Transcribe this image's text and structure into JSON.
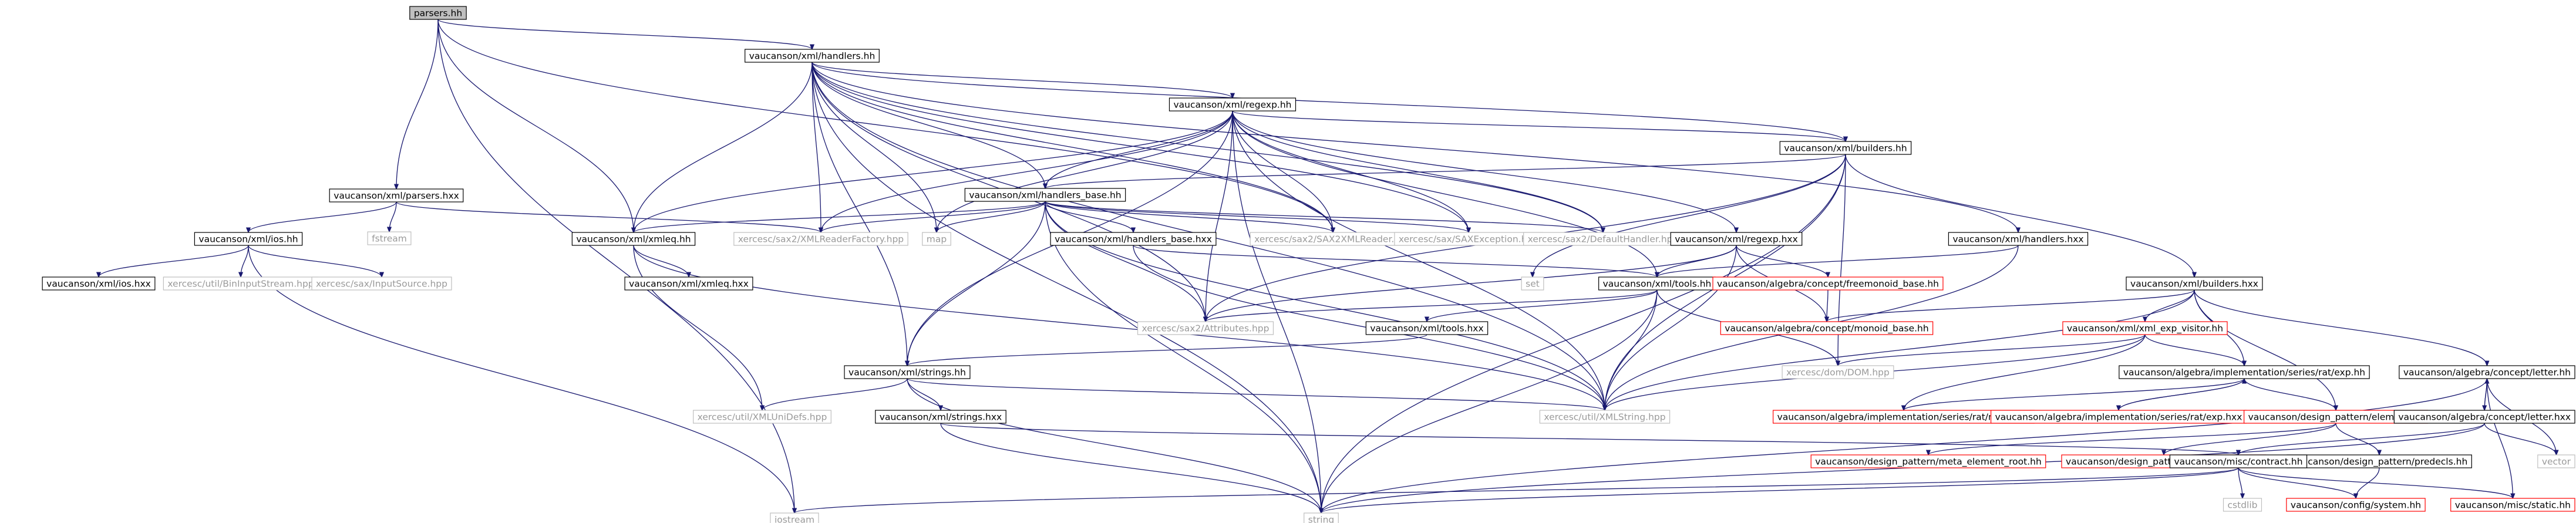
{
  "colors": {
    "edge": "#191970",
    "normal_border": "#000000",
    "missing_border": "#bfbfbf",
    "incomplete_border": "#ff0000",
    "root_fill": "#bfbfbf",
    "missing_text": "#9a9a9a",
    "normal_text": "#000000"
  },
  "nodes": [
    {
      "id": "parsers_hh",
      "label": "parsers.hh",
      "kind": "root"
    },
    {
      "id": "handlers_hh",
      "label": "vaucanson/xml/handlers.hh",
      "kind": "normal"
    },
    {
      "id": "iostream",
      "label": "iostream",
      "kind": "missing"
    },
    {
      "id": "parsers_hxx",
      "label": "vaucanson/xml/parsers.hxx",
      "kind": "normal"
    },
    {
      "id": "regexp_hh",
      "label": "vaucanson/xml/regexp.hh",
      "kind": "normal"
    },
    {
      "id": "builders_hh",
      "label": "vaucanson/xml/builders.hh",
      "kind": "normal"
    },
    {
      "id": "handlers_base_hh",
      "label": "vaucanson/xml/handlers_base.hh",
      "kind": "normal"
    },
    {
      "id": "ios_hh",
      "label": "vaucanson/xml/ios.hh",
      "kind": "normal"
    },
    {
      "id": "fstream",
      "label": "fstream",
      "kind": "missing"
    },
    {
      "id": "xmleq_hh",
      "label": "vaucanson/xml/xmleq.hh",
      "kind": "normal"
    },
    {
      "id": "XMLReaderFactory",
      "label": "xercesc/sax2/XMLReaderFactory.hpp",
      "kind": "missing"
    },
    {
      "id": "map",
      "label": "map",
      "kind": "missing"
    },
    {
      "id": "SAX2XMLReader",
      "label": "xercesc/sax2/SAX2XMLReader.hpp",
      "kind": "missing"
    },
    {
      "id": "SAXException",
      "label": "xercesc/sax/SAXException.hpp",
      "kind": "missing"
    },
    {
      "id": "DefaultHandler",
      "label": "xercesc/sax2/DefaultHandler.hpp",
      "kind": "missing"
    },
    {
      "id": "regexp_hxx",
      "label": "vaucanson/xml/regexp.hxx",
      "kind": "normal"
    },
    {
      "id": "handlers_hxx",
      "label": "vaucanson/xml/handlers.hxx",
      "kind": "normal"
    },
    {
      "id": "ios_hxx",
      "label": "vaucanson/xml/ios.hxx",
      "kind": "normal"
    },
    {
      "id": "BinInputStream",
      "label": "xercesc/util/BinInputStream.hpp",
      "kind": "missing"
    },
    {
      "id": "InputSource",
      "label": "xercesc/sax/InputSource.hpp",
      "kind": "missing"
    },
    {
      "id": "xmleq_hxx",
      "label": "vaucanson/xml/xmleq.hxx",
      "kind": "normal"
    },
    {
      "id": "handlers_base_hxx",
      "label": "vaucanson/xml/handlers_base.hxx",
      "kind": "normal"
    },
    {
      "id": "set",
      "label": "set",
      "kind": "missing"
    },
    {
      "id": "tools_hh",
      "label": "vaucanson/xml/tools.hh",
      "kind": "normal"
    },
    {
      "id": "freemonoid_base",
      "label": "vaucanson/algebra/concept/freemonoid_base.hh",
      "kind": "incomplete"
    },
    {
      "id": "builders_hxx",
      "label": "vaucanson/xml/builders.hxx",
      "kind": "normal"
    },
    {
      "id": "Attributes",
      "label": "xercesc/sax2/Attributes.hpp",
      "kind": "missing"
    },
    {
      "id": "tools_hxx",
      "label": "vaucanson/xml/tools.hxx",
      "kind": "normal"
    },
    {
      "id": "monoid_base",
      "label": "vaucanson/algebra/concept/monoid_base.hh",
      "kind": "incomplete"
    },
    {
      "id": "xml_exp_visitor",
      "label": "vaucanson/xml/xml_exp_visitor.hh",
      "kind": "incomplete"
    },
    {
      "id": "DOM",
      "label": "xercesc/dom/DOM.hpp",
      "kind": "missing"
    },
    {
      "id": "strings_hh",
      "label": "vaucanson/xml/strings.hh",
      "kind": "normal"
    },
    {
      "id": "XMLUniDefs",
      "label": "xercesc/util/XMLUniDefs.hpp",
      "kind": "missing"
    },
    {
      "id": "XMLString",
      "label": "xercesc/util/XMLString.hpp",
      "kind": "missing"
    },
    {
      "id": "rat_exp_hh",
      "label": "vaucanson/algebra/implementation/series/rat/exp.hh",
      "kind": "normal"
    },
    {
      "id": "letter_hh",
      "label": "vaucanson/algebra/concept/letter.hh",
      "kind": "normal"
    },
    {
      "id": "strings_hxx",
      "label": "vaucanson/xml/strings.hxx",
      "kind": "normal"
    },
    {
      "id": "nodes_hh",
      "label": "vaucanson/algebra/implementation/series/rat/nodes.hh",
      "kind": "incomplete"
    },
    {
      "id": "exp_hxx",
      "label": "vaucanson/algebra/implementation/series/rat/exp.hxx",
      "kind": "incomplete"
    },
    {
      "id": "element_hh",
      "label": "vaucanson/design_pattern/element.hh",
      "kind": "incomplete"
    },
    {
      "id": "letter_hxx",
      "label": "vaucanson/algebra/concept/letter.hxx",
      "kind": "normal"
    },
    {
      "id": "meta_element_root",
      "label": "vaucanson/design_pattern/meta_element_root.hh",
      "kind": "incomplete"
    },
    {
      "id": "element_ops",
      "label": "vaucanson/design_pattern/element_ops.hh",
      "kind": "incomplete"
    },
    {
      "id": "predecls",
      "label": "vaucanson/design_pattern/predecls.hh",
      "kind": "normal"
    },
    {
      "id": "vector",
      "label": "vector",
      "kind": "missing"
    },
    {
      "id": "contract_hh",
      "label": "vaucanson/misc/contract.hh",
      "kind": "normal"
    },
    {
      "id": "string",
      "label": "string",
      "kind": "missing"
    },
    {
      "id": "cstdlib",
      "label": "cstdlib",
      "kind": "missing"
    },
    {
      "id": "system_hh",
      "label": "vaucanson/config/system.hh",
      "kind": "incomplete"
    },
    {
      "id": "static_hh",
      "label": "vaucanson/misc/static.hh",
      "kind": "incomplete"
    }
  ],
  "edges": [
    [
      "parsers_hh",
      "handlers_hh"
    ],
    [
      "parsers_hh",
      "iostream"
    ],
    [
      "parsers_hh",
      "parsers_hxx"
    ],
    [
      "parsers_hh",
      "xmleq_hh"
    ],
    [
      "parsers_hh",
      "SAX2XMLReader"
    ],
    [
      "handlers_hh",
      "regexp_hh"
    ],
    [
      "handlers_hh",
      "builders_hh"
    ],
    [
      "handlers_hh",
      "handlers_base_hh"
    ],
    [
      "handlers_hh",
      "xmleq_hh"
    ],
    [
      "handlers_hh",
      "XMLReaderFactory"
    ],
    [
      "handlers_hh",
      "map"
    ],
    [
      "handlers_hh",
      "SAX2XMLReader"
    ],
    [
      "handlers_hh",
      "SAXException"
    ],
    [
      "handlers_hh",
      "DefaultHandler"
    ],
    [
      "handlers_hh",
      "handlers_hxx"
    ],
    [
      "handlers_hh",
      "strings_hh"
    ],
    [
      "handlers_hh",
      "Attributes"
    ],
    [
      "handlers_hh",
      "string"
    ],
    [
      "handlers_hh",
      "XMLString"
    ],
    [
      "parsers_hxx",
      "ios_hh"
    ],
    [
      "parsers_hxx",
      "fstream"
    ],
    [
      "parsers_hxx",
      "XMLReaderFactory"
    ],
    [
      "ios_hh",
      "ios_hxx"
    ],
    [
      "ios_hh",
      "BinInputStream"
    ],
    [
      "ios_hh",
      "InputSource"
    ],
    [
      "ios_hh",
      "iostream"
    ],
    [
      "regexp_hh",
      "handlers_base_hh"
    ],
    [
      "regexp_hh",
      "builders_hh"
    ],
    [
      "regexp_hh",
      "regexp_hxx"
    ],
    [
      "regexp_hh",
      "xmleq_hh"
    ],
    [
      "regexp_hh",
      "XMLReaderFactory"
    ],
    [
      "regexp_hh",
      "map"
    ],
    [
      "regexp_hh",
      "SAX2XMLReader"
    ],
    [
      "regexp_hh",
      "SAXException"
    ],
    [
      "regexp_hh",
      "DefaultHandler"
    ],
    [
      "regexp_hh",
      "strings_hh"
    ],
    [
      "regexp_hh",
      "string"
    ],
    [
      "regexp_hh",
      "XMLString"
    ],
    [
      "regexp_hh",
      "tools_hh"
    ],
    [
      "regexp_hh",
      "Attributes"
    ],
    [
      "builders_hh",
      "handlers_base_hh"
    ],
    [
      "builders_hh",
      "builders_hxx"
    ],
    [
      "builders_hh",
      "set"
    ],
    [
      "builders_hh",
      "DOM"
    ],
    [
      "builders_hh",
      "XMLString"
    ],
    [
      "builders_hh",
      "string"
    ],
    [
      "builders_hh",
      "Attributes"
    ],
    [
      "handlers_base_hh",
      "xmleq_hh"
    ],
    [
      "handlers_base_hh",
      "XMLReaderFactory"
    ],
    [
      "handlers_base_hh",
      "map"
    ],
    [
      "handlers_base_hh",
      "SAX2XMLReader"
    ],
    [
      "handlers_base_hh",
      "SAXException"
    ],
    [
      "handlers_base_hh",
      "DefaultHandler"
    ],
    [
      "handlers_base_hh",
      "handlers_base_hxx"
    ],
    [
      "handlers_base_hh",
      "Attributes"
    ],
    [
      "handlers_base_hh",
      "strings_hh"
    ],
    [
      "handlers_base_hh",
      "XMLString"
    ],
    [
      "handlers_base_hh",
      "string"
    ],
    [
      "xmleq_hh",
      "xmleq_hxx"
    ],
    [
      "xmleq_hh",
      "XMLUniDefs"
    ],
    [
      "xmleq_hh",
      "XMLString"
    ],
    [
      "handlers_base_hxx",
      "tools_hh"
    ],
    [
      "handlers_base_hxx",
      "XMLString"
    ],
    [
      "regexp_hxx",
      "tools_hh"
    ],
    [
      "regexp_hxx",
      "freemonoid_base"
    ],
    [
      "regexp_hxx",
      "monoid_base"
    ],
    [
      "regexp_hxx",
      "XMLString"
    ],
    [
      "regexp_hxx",
      "Attributes"
    ],
    [
      "handlers_hxx",
      "tools_hh"
    ],
    [
      "handlers_hxx",
      "XMLString"
    ],
    [
      "tools_hh",
      "tools_hxx"
    ],
    [
      "tools_hh",
      "Attributes"
    ],
    [
      "tools_hh",
      "XMLString"
    ],
    [
      "tools_hh",
      "string"
    ],
    [
      "tools_hh",
      "DOM"
    ],
    [
      "freemonoid_base",
      "monoid_base"
    ],
    [
      "tools_hxx",
      "strings_hh"
    ],
    [
      "strings_hh",
      "strings_hxx"
    ],
    [
      "strings_hh",
      "XMLUniDefs"
    ],
    [
      "strings_hh",
      "XMLString"
    ],
    [
      "strings_hh",
      "string"
    ],
    [
      "strings_hxx",
      "contract_hh"
    ],
    [
      "strings_hxx",
      "string"
    ],
    [
      "builders_hxx",
      "monoid_base"
    ],
    [
      "builders_hxx",
      "xml_exp_visitor"
    ],
    [
      "builders_hxx",
      "rat_exp_hh"
    ],
    [
      "builders_hxx",
      "letter_hh"
    ],
    [
      "builders_hxx",
      "element_hh"
    ],
    [
      "builders_hxx",
      "XMLString"
    ],
    [
      "xml_exp_visitor",
      "rat_exp_hh"
    ],
    [
      "xml_exp_visitor",
      "DOM"
    ],
    [
      "xml_exp_visitor",
      "XMLString"
    ],
    [
      "xml_exp_visitor",
      "nodes_hh"
    ],
    [
      "rat_exp_hh",
      "element_hh"
    ],
    [
      "rat_exp_hh",
      "nodes_hh"
    ],
    [
      "rat_exp_hh",
      "exp_hxx"
    ],
    [
      "exp_hxx",
      "rat_exp_hh"
    ],
    [
      "exp_hxx",
      "element_hh"
    ],
    [
      "letter_hh",
      "letter_hxx"
    ],
    [
      "letter_hh",
      "vector"
    ],
    [
      "letter_hh",
      "string"
    ],
    [
      "letter_hh",
      "static_hh"
    ],
    [
      "letter_hxx",
      "letter_hh"
    ],
    [
      "letter_hxx",
      "vector"
    ],
    [
      "letter_hxx",
      "contract_hh"
    ],
    [
      "letter_hxx",
      "string"
    ],
    [
      "element_hh",
      "meta_element_root"
    ],
    [
      "element_hh",
      "element_ops"
    ],
    [
      "element_hh",
      "predecls"
    ],
    [
      "predecls",
      "system_hh"
    ],
    [
      "contract_hh",
      "cstdlib"
    ],
    [
      "contract_hh",
      "iostream"
    ],
    [
      "contract_hh",
      "string"
    ],
    [
      "contract_hh",
      "system_hh"
    ],
    [
      "contract_hh",
      "static_hh"
    ]
  ]
}
